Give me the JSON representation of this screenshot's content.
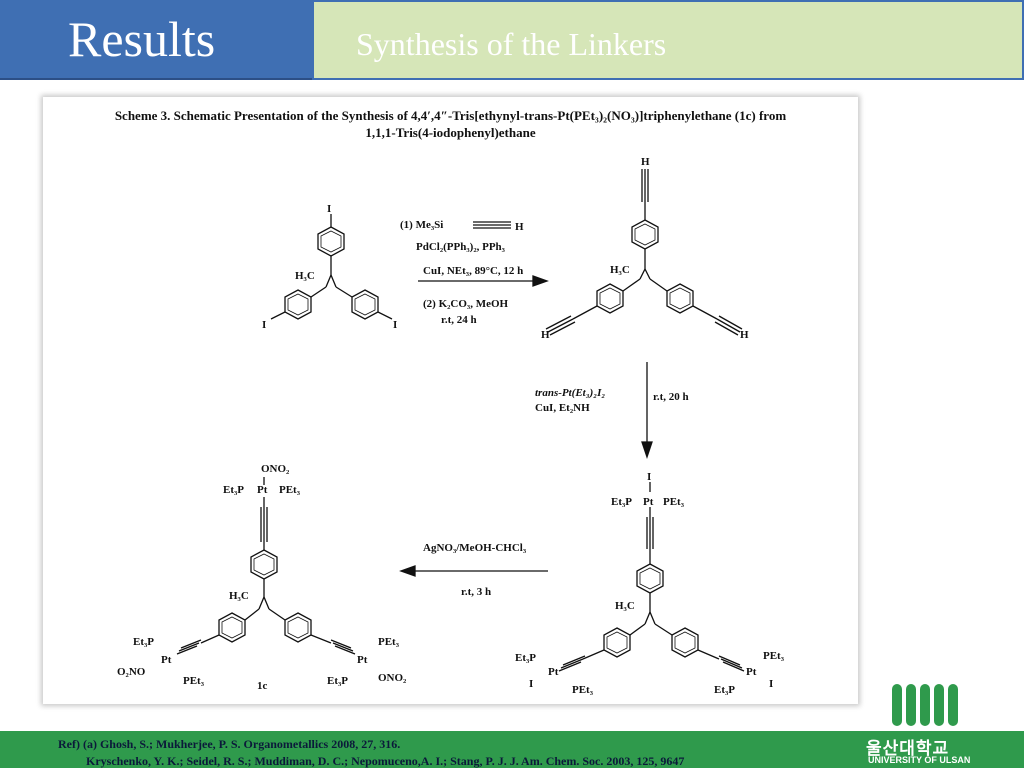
{
  "header": {
    "title": "Results",
    "subtitle": "Synthesis of the Linkers"
  },
  "scheme": {
    "caption_line1": "Scheme 3.  Schematic Presentation of the Synthesis of 4,4′,4″-Tris[ethynyl-trans-Pt(PEt₃)₂(NO₃)]triphenylethane (1c) from",
    "caption_line2": "1,1,1-Tris(4-iodophenyl)ethane",
    "step1": {
      "reagent1": "(1) Me₃Si",
      "reagent1_h": "H",
      "reagent2": "PdCl₂(PPh₃)₂, PPh₃",
      "reagent3": "CuI, NEt₃, 89°C, 12 h",
      "reagent4": "(2) K₂CO₃, MeOH",
      "reagent5": "r.t, 24 h"
    },
    "step2": {
      "reagent1": "trans-Pt(Et₃)₂I₂",
      "reagent2": "CuI, Et₂NH",
      "condition": "r.t, 20 h"
    },
    "step3": {
      "reagent": "AgNO₃/MeOH-CHCl₃",
      "condition": "r.t, 3 h"
    },
    "labels": {
      "iodo": "I",
      "methyl": "H₃C",
      "hydrogen": "H",
      "pet3_left": "Et₃P",
      "pet3_right": "PEt₃",
      "platinum": "Pt",
      "nitrate": "ONO₂",
      "nitrate_left": "O₂NO",
      "compound": "1c"
    }
  },
  "footer": {
    "ref_line1": "Ref)  (a) Ghosh, S.; Mukherjee, P. S. Organometallics 2008, 27, 316.",
    "ref_line2": "Kryschenko, Y. K.; Seidel, R. S.; Muddiman, D. C.; Nepomuceno,A. I.; Stang, P. J. J. Am. Chem. Soc. 2003, 125, 9647",
    "university_kr": "울산대학교",
    "university_en": "UNIVERSITY OF ULSAN"
  },
  "colors": {
    "header_blue": "#3f6fb3",
    "header_green": "#d6e6b8",
    "footer_green": "#2f9a4c"
  }
}
